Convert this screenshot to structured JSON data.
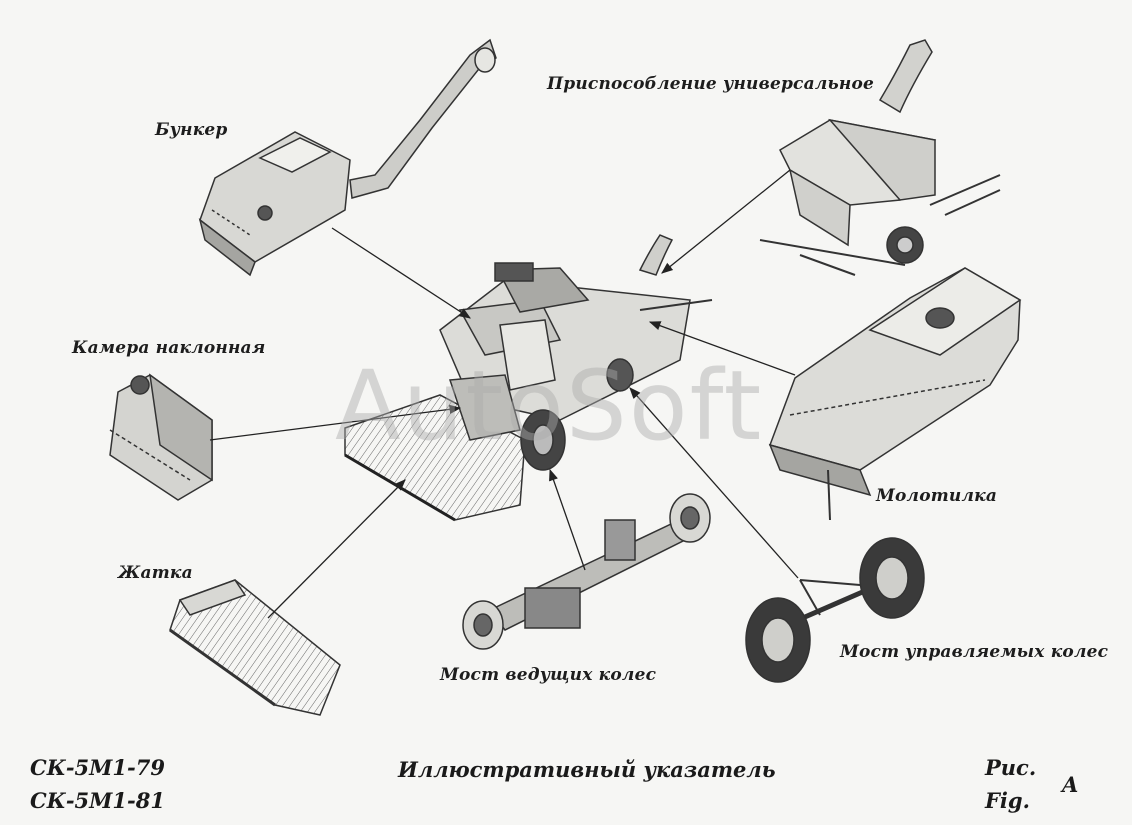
{
  "labels": {
    "bunker": "Бункер",
    "universal_attachment": "Приспособление универсальное",
    "feeder_house": "Камера наклонная",
    "thresher": "Молотилка",
    "header": "Жатка",
    "drive_axle": "Мост ведущих колес",
    "steered_axle": "Мост управляемых колес"
  },
  "watermark": "AutoSoft",
  "footer": {
    "model_1": "СК-5М1-79",
    "model_2": "СК-5М1-81",
    "title": "Иллюстративный указатель",
    "fig_ru": "Рис.",
    "fig_en": "Fig.",
    "fig_letter": "A"
  }
}
